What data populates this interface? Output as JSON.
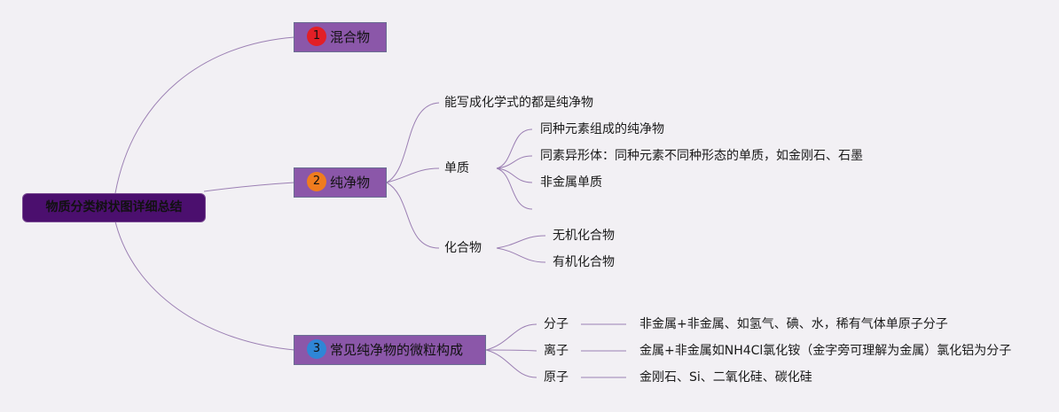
{
  "root": {
    "label": "物质分类树状图详细总结"
  },
  "branches": [
    {
      "num": "1",
      "label": "混合物",
      "badge_color": "#e21f26"
    },
    {
      "num": "2",
      "label": "纯净物",
      "badge_color": "#f07c1e"
    },
    {
      "num": "3",
      "label": "常见纯净物的微粒构成",
      "badge_color": "#2f86d6"
    }
  ],
  "pure": {
    "formula_note": "能写成化学式的都是纯净物",
    "element": {
      "label": "单质",
      "items": [
        "同种元素组成的纯净物",
        "同素异形体：同种元素不同种形态的单质，如金刚石、石墨",
        "非金属单质"
      ]
    },
    "compound": {
      "label": "化合物",
      "items": [
        "无机化合物",
        "有机化合物"
      ]
    }
  },
  "particles": [
    {
      "label": "分子",
      "detail": "非金属+非金属、如氢气、碘、水，稀有气体单原子分子"
    },
    {
      "label": "离子",
      "detail": "金属+非金属如NH4Cl氯化铵（金字旁可理解为金属）氯化铝为分子"
    },
    {
      "label": "原子",
      "detail": "金刚石、Si、二氧化硅、碳化硅"
    }
  ],
  "colors": {
    "line": "#9b7fb3",
    "branch_fill": "#8b57a9",
    "root_fill": "#4b0f6e",
    "background": "#f2f0f4"
  }
}
